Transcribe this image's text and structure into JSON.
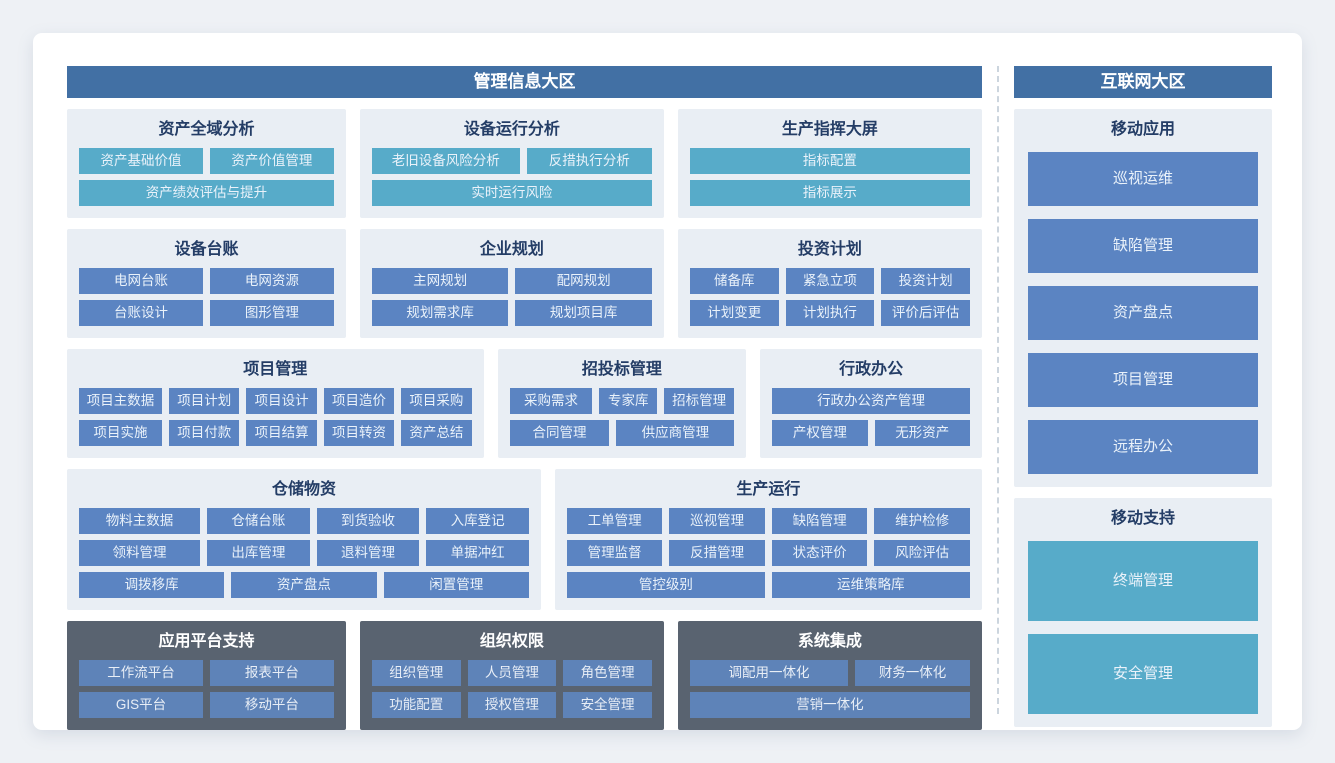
{
  "colors": {
    "zone_header": "#4270A4",
    "panel_light": "#E9EEF4",
    "panel_dark": "#596370",
    "button_blue": "#5B84C2",
    "button_teal": "#57ABC9",
    "button_blue_on_dark": "#5E83B8",
    "title_text": "#243D66",
    "divider_dash": "#CCD5DE"
  },
  "left": {
    "title": "管理信息大区",
    "groups": [
      {
        "title": "资产全域分析",
        "rows": [
          [
            "资产基础价值",
            "资产价值管理"
          ],
          [
            "资产绩效评估与提升"
          ]
        ]
      },
      {
        "title": "设备运行分析",
        "rows": [
          [
            "老旧设备风险分析",
            "反措执行分析"
          ],
          [
            "实时运行风险"
          ]
        ]
      },
      {
        "title": "生产指挥大屏",
        "rows": [
          [
            "指标配置"
          ],
          [
            "指标展示"
          ]
        ]
      },
      {
        "title": "设备台账",
        "rows": [
          [
            "电网台账",
            "电网资源"
          ],
          [
            "台账设计",
            "图形管理"
          ]
        ]
      },
      {
        "title": "企业规划",
        "rows": [
          [
            "主网规划",
            "配网规划"
          ],
          [
            "规划需求库",
            "规划项目库"
          ]
        ]
      },
      {
        "title": "投资计划",
        "rows": [
          [
            "储备库",
            "紧急立项",
            "投资计划"
          ],
          [
            "计划变更",
            "计划执行",
            "评价后评估"
          ]
        ]
      },
      {
        "title": "项目管理",
        "rows": [
          [
            "项目主数据",
            "项目计划",
            "项目设计",
            "项目造价",
            "项目采购"
          ],
          [
            "项目实施",
            "项目付款",
            "项目结算",
            "项目转资",
            "资产总结"
          ]
        ]
      },
      {
        "title": "招投标管理",
        "rows": [
          [
            "采购需求",
            "专家库",
            "招标管理"
          ],
          [
            "合同管理",
            "供应商管理"
          ]
        ]
      },
      {
        "title": "行政办公",
        "rows": [
          [
            "行政办公资产管理"
          ],
          [
            "产权管理",
            "无形资产"
          ]
        ]
      },
      {
        "title": "仓储物资",
        "rows": [
          [
            "物料主数据",
            "仓储台账",
            "到货验收",
            "入库登记"
          ],
          [
            "领料管理",
            "出库管理",
            "退料管理",
            "单据冲红"
          ],
          [
            "调拨移库",
            "资产盘点",
            "闲置管理"
          ]
        ]
      },
      {
        "title": "生产运行",
        "rows": [
          [
            "工单管理",
            "巡视管理",
            "缺陷管理",
            "维护检修"
          ],
          [
            "管理监督",
            "反措管理",
            "状态评价",
            "风险评估"
          ],
          [
            "管控级别",
            "运维策略库"
          ]
        ]
      },
      {
        "title": "应用平台支持",
        "rows": [
          [
            "工作流平台",
            "报表平台"
          ],
          [
            "GIS平台",
            "移动平台"
          ]
        ]
      },
      {
        "title": "组织权限",
        "rows": [
          [
            "组织管理",
            "人员管理",
            "角色管理"
          ],
          [
            "功能配置",
            "授权管理",
            "安全管理"
          ]
        ]
      },
      {
        "title": "系统集成",
        "rows": [
          [
            "调配用一体化",
            "财务一体化"
          ],
          [
            "营销一体化"
          ]
        ]
      }
    ]
  },
  "right": {
    "title": "互联网大区",
    "groups": [
      {
        "title": "移动应用",
        "buttons": [
          "巡视运维",
          "缺陷管理",
          "资产盘点",
          "项目管理",
          "远程办公"
        ]
      },
      {
        "title": "移动支持",
        "buttons": [
          "终端管理",
          "安全管理"
        ]
      }
    ]
  }
}
